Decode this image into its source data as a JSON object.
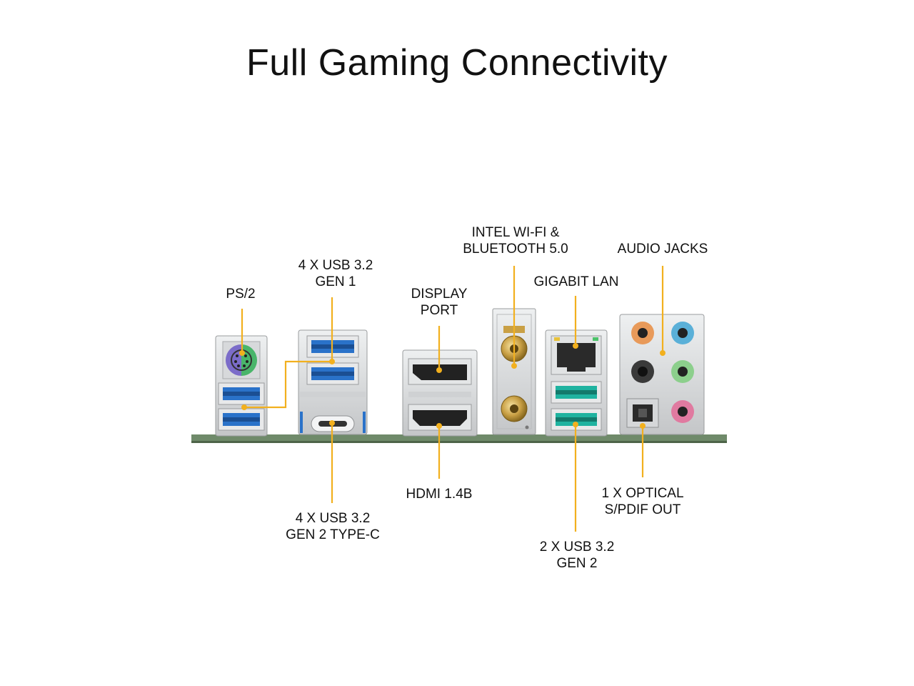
{
  "title": "Full Gaming Connectivity",
  "colors": {
    "leader": "#f2b01e",
    "board": "#6f8a6a",
    "usb_gen1_blue": "#2a72c9",
    "usb_gen2_teal": "#1fb3a0",
    "ps2_purple": "#7b6cc9",
    "ps2_green": "#49b56a",
    "audio_orange": "#e89a5a",
    "audio_blue": "#5ab0d8",
    "audio_black": "#222222",
    "audio_green": "#8ccf8c",
    "audio_pink": "#e07aa0"
  },
  "labels": {
    "ps2": [
      "PS/2"
    ],
    "usb_gen1": [
      "4 X USB 3.2",
      "GEN 1"
    ],
    "displayport": [
      "DISPLAY",
      "PORT"
    ],
    "wifi": [
      "INTEL WI-FI &",
      "BLUETOOTH 5.0"
    ],
    "lan": [
      "GIGABIT LAN"
    ],
    "audio": [
      "AUDIO JACKS"
    ],
    "usb_gen2_typec": [
      "4 X USB 3.2",
      "GEN 2 TYPE-C"
    ],
    "hdmi": [
      "HDMI 1.4B"
    ],
    "usb_gen2": [
      "2 X USB 3.2",
      "GEN 2"
    ],
    "optical": [
      "1 X OPTICAL",
      "S/PDIF OUT"
    ]
  }
}
